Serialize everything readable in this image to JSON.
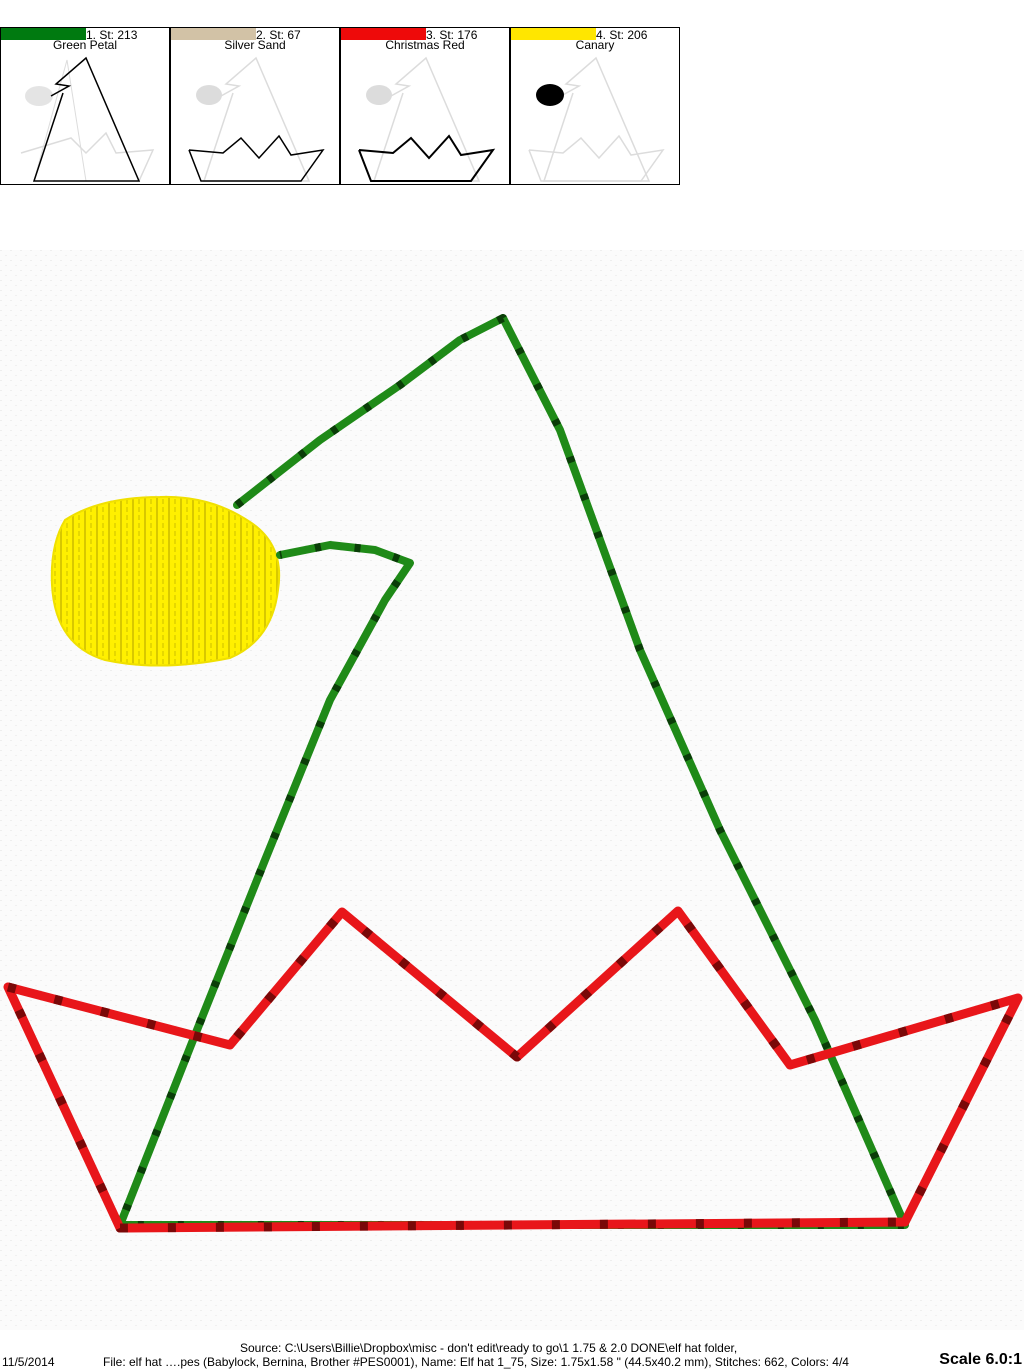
{
  "colors": [
    {
      "index_label": "1. St: 213",
      "name": "Green Petal",
      "hex": "#007a10"
    },
    {
      "index_label": "2. St: 67",
      "name": "Silver Sand",
      "hex": "#d2c2a6"
    },
    {
      "index_label": "3. St: 176",
      "name": "Christmas Red",
      "hex": "#ee0a0a"
    },
    {
      "index_label": "4. St: 206",
      "name": "Canary",
      "hex": "#ffe600"
    }
  ],
  "footer": {
    "source": "Source: C:\\Users\\Billie\\Dropbox\\misc - don't edit\\ready to go\\1 1.75 & 2.0 DONE\\elf hat folder,",
    "date": "11/5/2014",
    "file_info": "File: elf hat ….pes (Babylock, Bernina, Brother #PES0001), Name: Elf hat 1_75, Size: 1.75x1.58 \" (44.5x40.2 mm), Stitches: 662, Colors: 4/4",
    "scale": "Scale 6.0:1"
  }
}
